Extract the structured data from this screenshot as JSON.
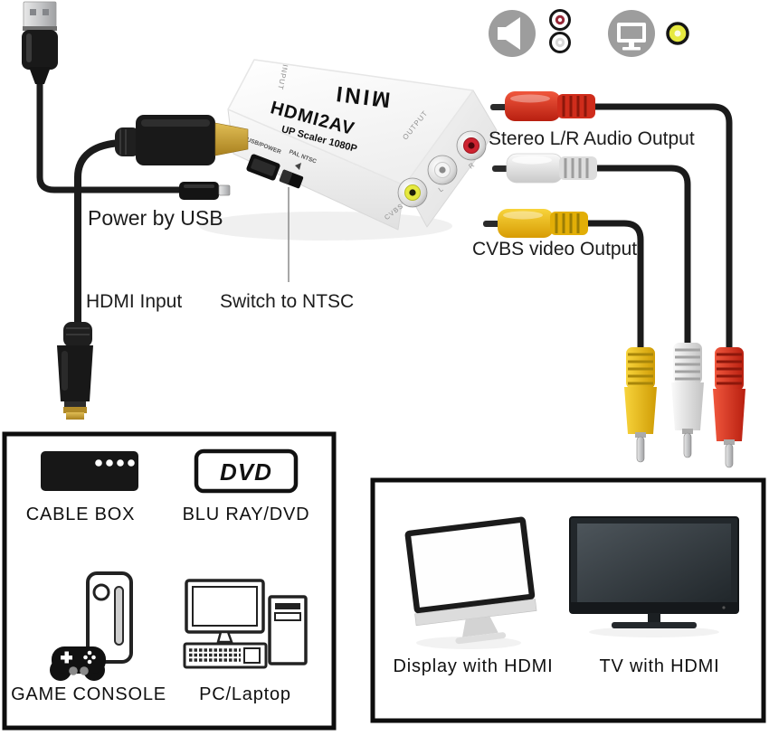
{
  "device": {
    "brand": "MINI",
    "model": "HDMI2AV",
    "subtitle": "UP Scaler 1080P",
    "input_label": "INPUT",
    "output_label": "OUTPUT",
    "usb_power_label": "USB/POWER",
    "pal_ntsc_label": "PAL NTSC",
    "jack_labels": {
      "cvbs": "CVBS",
      "left": "L",
      "right": "R"
    }
  },
  "callouts": {
    "power_by_usb": "Power by USB",
    "hdmi_input": "HDMI Input",
    "switch_to_ntsc": "Switch to NTSC",
    "stereo_output": "Stereo L/R Audio Output",
    "cvbs_output": "CVBS video Output"
  },
  "sources_panel": {
    "cable_box_label": "CABLE BOX",
    "blu_ray_label": "BLU RAY/DVD",
    "dvd_logo_text": "DVD",
    "game_console_label": "GAME CONSOLE",
    "pc_laptop_label": "PC/Laptop"
  },
  "displays_panel": {
    "display_label": "Display with HDMI",
    "tv_label": "TV with HDMI"
  },
  "icons": {
    "speaker": "speaker-icon",
    "rca_red_white": "rca-red-white-icon",
    "monitor": "monitor-icon",
    "rca_yellow": "rca-yellow-icon"
  },
  "colors": {
    "cable_black": "#1b1b1b",
    "rca_red": "#d73423",
    "rca_white": "#ededed",
    "rca_yellow": "#f0c01a",
    "jack_red": "#cd2330",
    "jack_white": "#f4f4f4",
    "jack_yellow": "#e6e93f",
    "hdmi_gold": "#c9a13b",
    "icon_gray": "#9d9d9d",
    "panel_border": "#0d0d0d"
  }
}
